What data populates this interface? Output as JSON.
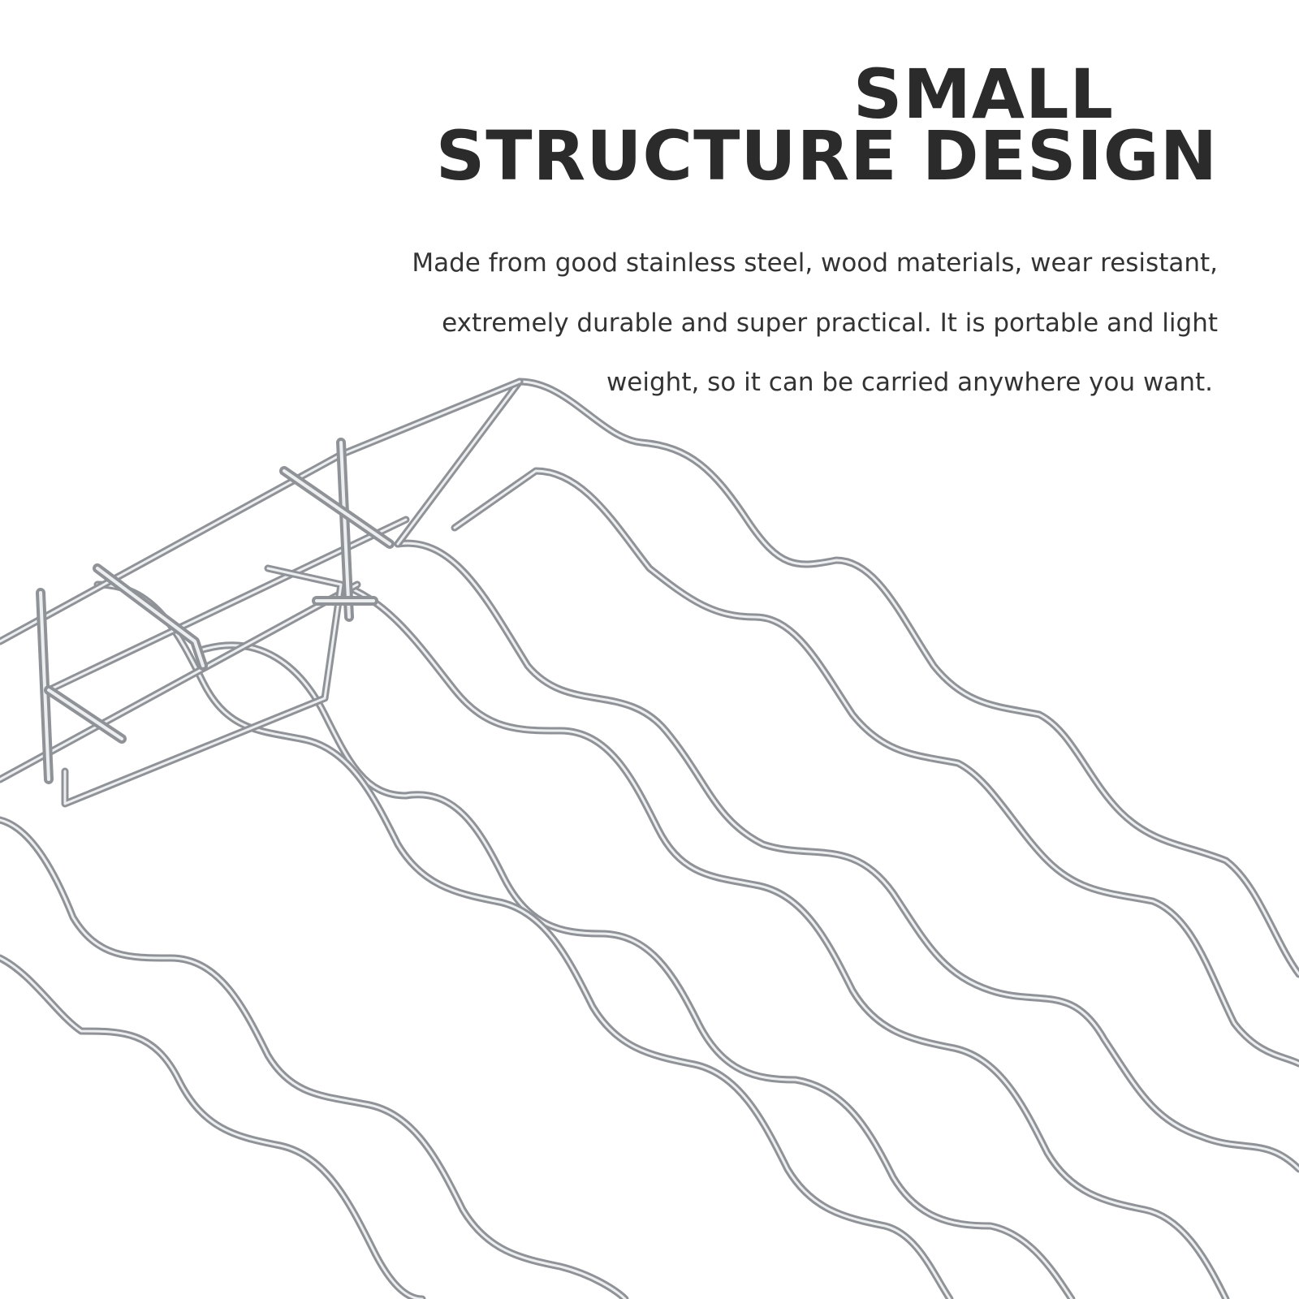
{
  "headline": {
    "line1": "SMALL",
    "line2": "STRUCTURE DESIGN"
  },
  "description": {
    "lines": [
      "Made from good stainless steel, wood materials, wear resistant,",
      "extremely durable and super practical. It is portable and light",
      "weight, so it can be carried anywhere you want."
    ]
  },
  "colors": {
    "background": "#ffffff",
    "text": "#2b2b2b",
    "metal": "#b9bcc0"
  },
  "product_image": {
    "icon": "wavy-wire-rack-photo"
  }
}
